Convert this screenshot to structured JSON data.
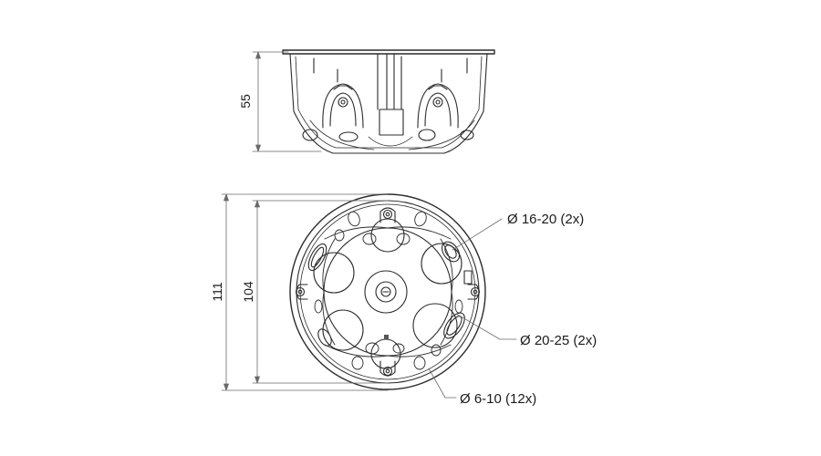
{
  "dimensions": {
    "height": "55",
    "outer_diameter": "111",
    "inner_diameter": "104"
  },
  "callouts": {
    "large_knockouts": "Ø 16-20 (2x)",
    "medium_knockouts": "Ø 20-25 (2x)",
    "small_knockouts": "Ø 6-10 (12x)"
  },
  "colors": {
    "line": "#2b2b2b",
    "dim_line": "#6a6a6a",
    "background": "#ffffff"
  }
}
